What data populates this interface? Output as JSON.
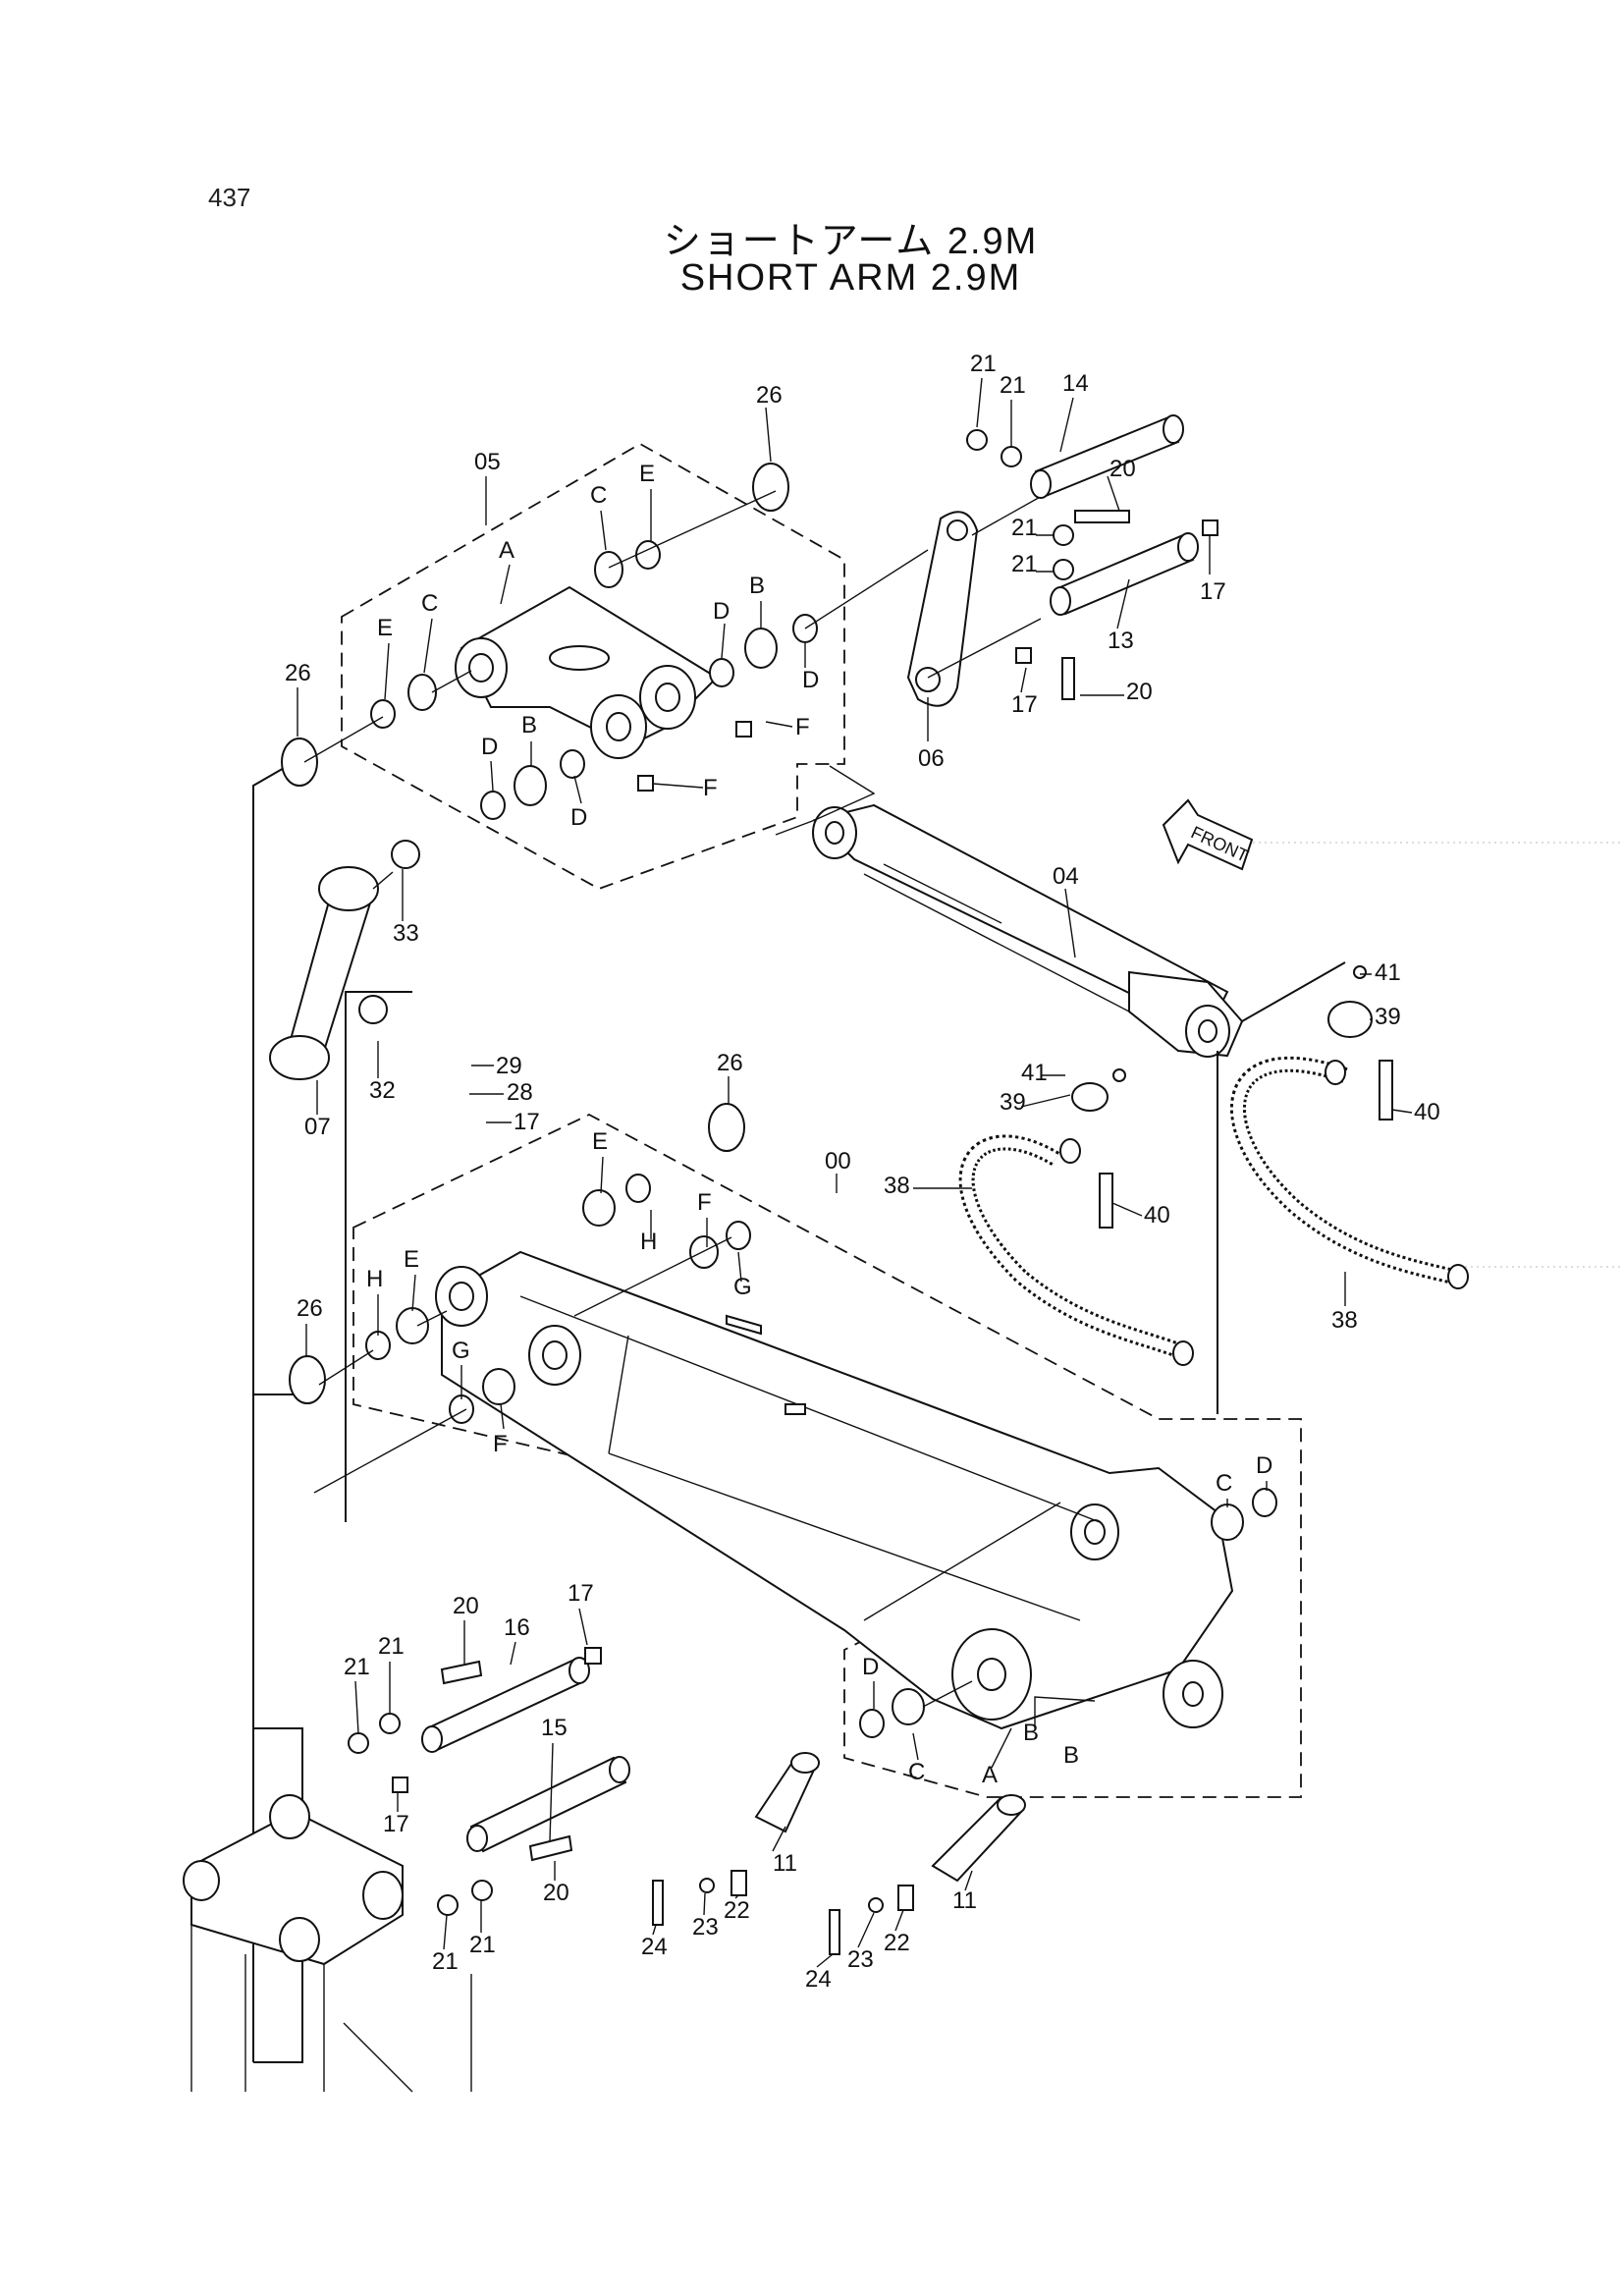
{
  "page_number": "437",
  "title_jp": "ショートアーム 2.9M",
  "title_en": "SHORT ARM 2.9M",
  "front_label": "FRONT",
  "callouts": [
    {
      "id": "c1",
      "text": "21"
    },
    {
      "id": "c2",
      "text": "21"
    },
    {
      "id": "c3",
      "text": "14"
    },
    {
      "id": "c4",
      "text": "20"
    },
    {
      "id": "c5",
      "text": "21"
    },
    {
      "id": "c6",
      "text": "21"
    },
    {
      "id": "c7",
      "text": "17"
    },
    {
      "id": "c8",
      "text": "13"
    },
    {
      "id": "c9",
      "text": "17"
    },
    {
      "id": "c10",
      "text": "20"
    },
    {
      "id": "c11",
      "text": "06"
    },
    {
      "id": "c12",
      "text": "26"
    },
    {
      "id": "c13",
      "text": "05"
    },
    {
      "id": "c14",
      "text": "E"
    },
    {
      "id": "c15",
      "text": "C"
    },
    {
      "id": "c16",
      "text": "A"
    },
    {
      "id": "c17",
      "text": "D"
    },
    {
      "id": "c18",
      "text": "B"
    },
    {
      "id": "c19",
      "text": "D"
    },
    {
      "id": "c20",
      "text": "C"
    },
    {
      "id": "c21",
      "text": "E"
    },
    {
      "id": "c22",
      "text": "26"
    },
    {
      "id": "c23",
      "text": "F"
    },
    {
      "id": "c24",
      "text": "B"
    },
    {
      "id": "c25",
      "text": "D"
    },
    {
      "id": "c26",
      "text": "D"
    },
    {
      "id": "c27",
      "text": "F"
    },
    {
      "id": "c28",
      "text": "04"
    },
    {
      "id": "c29",
      "text": "33"
    },
    {
      "id": "c30",
      "text": "32"
    },
    {
      "id": "c31",
      "text": "07"
    },
    {
      "id": "c32",
      "text": "29"
    },
    {
      "id": "c33",
      "text": "28"
    },
    {
      "id": "c34",
      "text": "17"
    },
    {
      "id": "c35",
      "text": "26"
    },
    {
      "id": "c36",
      "text": "41"
    },
    {
      "id": "c37",
      "text": "39"
    },
    {
      "id": "c38",
      "text": "41"
    },
    {
      "id": "c39",
      "text": "39"
    },
    {
      "id": "c40",
      "text": "40"
    },
    {
      "id": "c41",
      "text": "38"
    },
    {
      "id": "c42",
      "text": "40"
    },
    {
      "id": "c43",
      "text": "38"
    },
    {
      "id": "c44",
      "text": "E"
    },
    {
      "id": "c45",
      "text": "00"
    },
    {
      "id": "c46",
      "text": "H"
    },
    {
      "id": "c47",
      "text": "F"
    },
    {
      "id": "c48",
      "text": "G"
    },
    {
      "id": "c49",
      "text": "H"
    },
    {
      "id": "c50",
      "text": "E"
    },
    {
      "id": "c51",
      "text": "26"
    },
    {
      "id": "c52",
      "text": "G"
    },
    {
      "id": "c53",
      "text": "F"
    },
    {
      "id": "c54",
      "text": "C"
    },
    {
      "id": "c55",
      "text": "D"
    },
    {
      "id": "c56",
      "text": "20"
    },
    {
      "id": "c57",
      "text": "17"
    },
    {
      "id": "c58",
      "text": "21"
    },
    {
      "id": "c59",
      "text": "21"
    },
    {
      "id": "c60",
      "text": "16"
    },
    {
      "id": "c61",
      "text": "17"
    },
    {
      "id": "c62",
      "text": "15"
    },
    {
      "id": "c63",
      "text": "20"
    },
    {
      "id": "c64",
      "text": "21"
    },
    {
      "id": "c65",
      "text": "21"
    },
    {
      "id": "c66",
      "text": "D"
    },
    {
      "id": "c67",
      "text": "C"
    },
    {
      "id": "c68",
      "text": "B"
    },
    {
      "id": "c69",
      "text": "A"
    },
    {
      "id": "c70",
      "text": "B"
    },
    {
      "id": "c71",
      "text": "11"
    },
    {
      "id": "c72",
      "text": "24"
    },
    {
      "id": "c73",
      "text": "23"
    },
    {
      "id": "c74",
      "text": "22"
    },
    {
      "id": "c75",
      "text": "11"
    },
    {
      "id": "c76",
      "text": "24"
    },
    {
      "id": "c77",
      "text": "23"
    },
    {
      "id": "c78",
      "text": "22"
    }
  ]
}
